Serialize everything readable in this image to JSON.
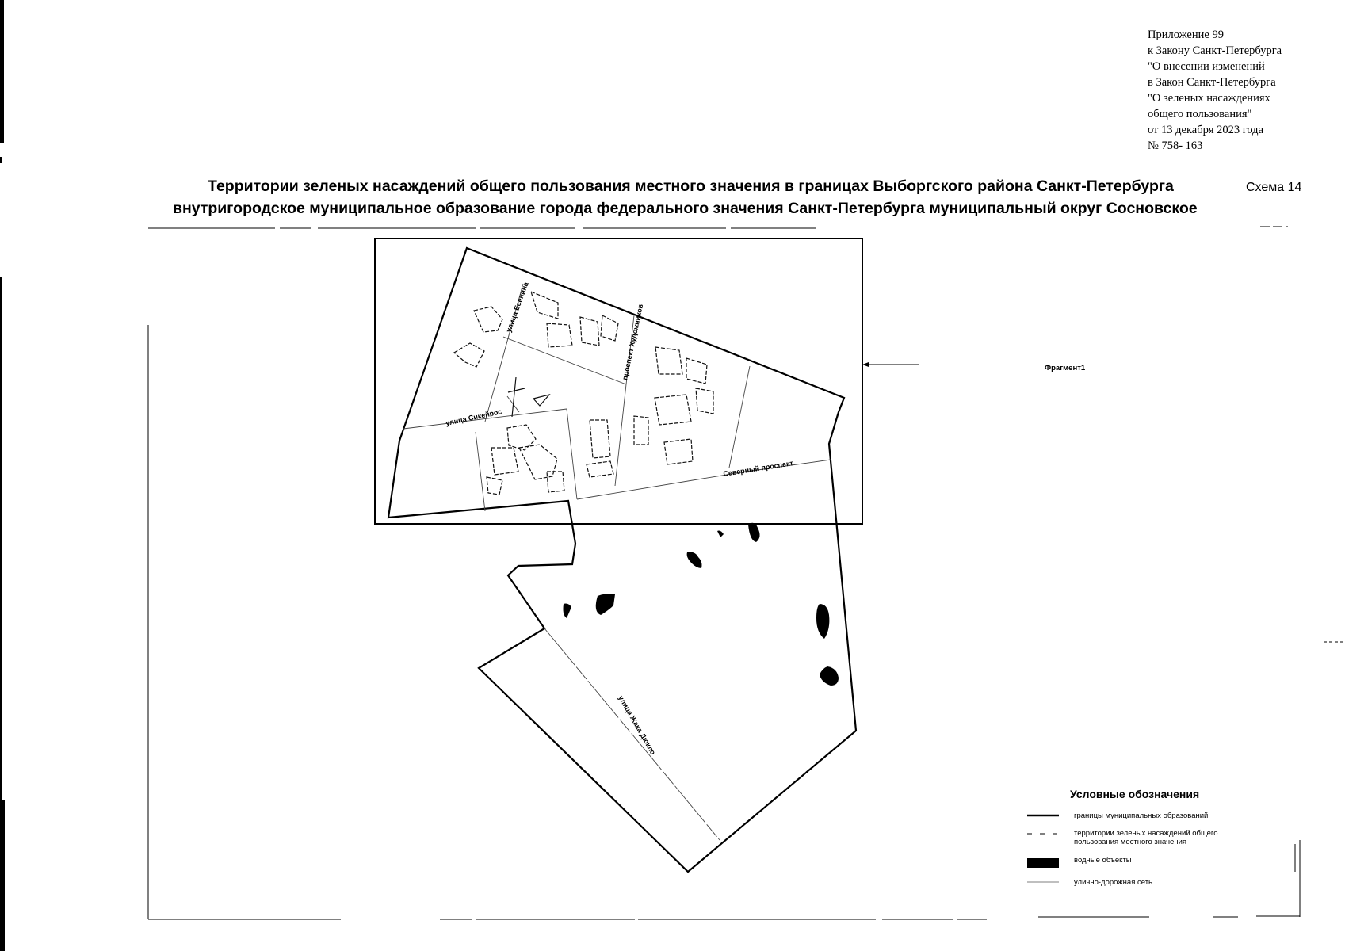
{
  "appendix": {
    "lines": [
      "Приложение 99",
      "к Закону Санкт-Петербурга",
      "\"О внесении  изменений",
      "в Закон Санкт-Петербурга",
      "\"О зеленых насаждениях",
      "общего пользования\"",
      "от 13 декабря 2023 года",
      "№ 758- 163"
    ]
  },
  "title": {
    "line1": "Территории зеленых насаждений общего пользования местного значения в границах Выборгского района Санкт-Петербурга",
    "line2": "внутригородское муниципальное образование города федерального значения Санкт-Петербурга муниципальный округ Сосновское",
    "scheme": "Схема 14"
  },
  "map": {
    "fragment_label": "Фрагмент1",
    "street_labels": [
      "улица Есенина",
      "проспект Художников",
      "улица Сикейрос",
      "Северный проспект",
      "улица Жака Дюкло"
    ],
    "colors": {
      "boundary": "#000000",
      "water": "#000000",
      "greens": "#222222",
      "roads": "#555555"
    }
  },
  "legend": {
    "title": "Условные обозначения",
    "items": [
      {
        "label": "границы муниципальных образований",
        "symbol": "solid-line-icon"
      },
      {
        "label": "территории зеленых насаждений общего пользования местного значения",
        "symbol": "dashed-outline-icon"
      },
      {
        "label": "водные объекты",
        "symbol": "filled-rectangle-icon"
      },
      {
        "label": "улично-дорожная сеть",
        "symbol": "thin-line-icon"
      }
    ]
  }
}
